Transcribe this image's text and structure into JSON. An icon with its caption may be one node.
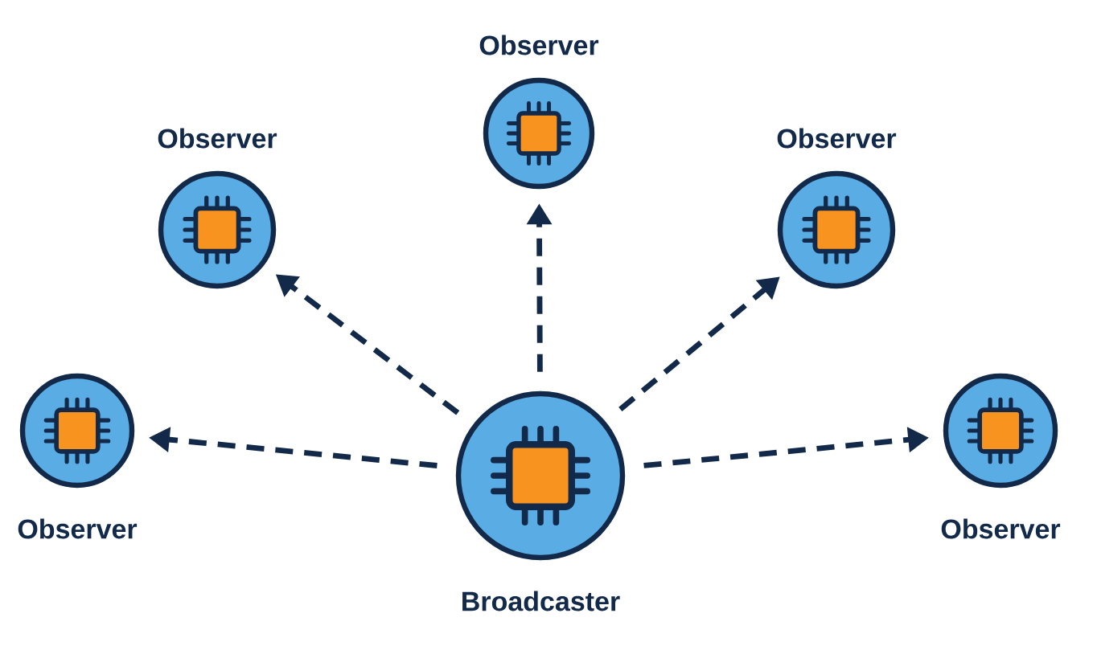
{
  "diagram": {
    "nodes": [
      {
        "text": [
          "Observer"
        ]
      },
      {
        "text": [
          "Observer"
        ]
      },
      {
        "text": [
          "Observer"
        ]
      },
      {
        "text": [
          "Observer"
        ]
      },
      {
        "text": [
          "Broadcaster"
        ]
      },
      {
        "text": [
          "Observer"
        ]
      }
    ],
    "edges": [
      {
        "from": 4,
        "to": 0,
        "arrow": "to",
        "style": "dashed"
      },
      {
        "from": 4,
        "to": 1,
        "arrow": "to",
        "style": "dashed"
      },
      {
        "from": 4,
        "to": 2,
        "arrow": "to",
        "style": "dashed"
      },
      {
        "from": 4,
        "to": 3,
        "arrow": "to",
        "style": "dashed"
      },
      {
        "from": 4,
        "to": 5,
        "arrow": "to",
        "style": "dashed"
      }
    ]
  }
}
